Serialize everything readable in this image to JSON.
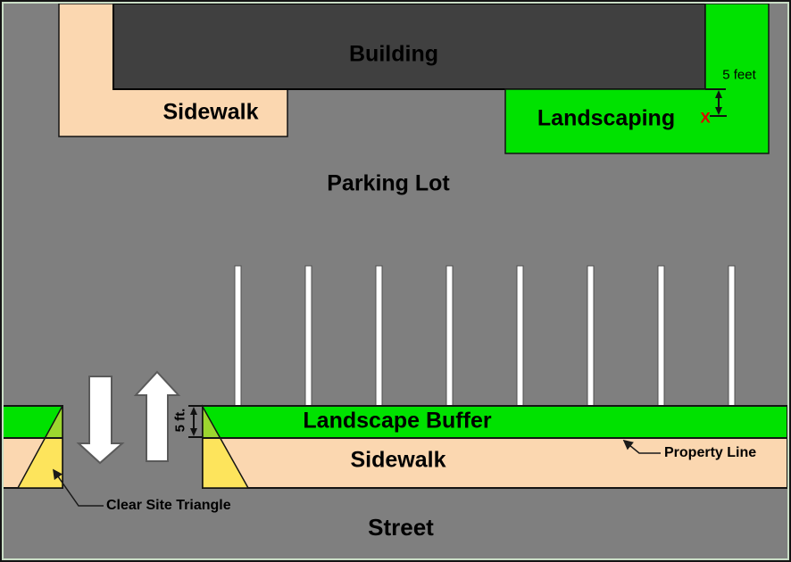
{
  "diagram": {
    "labels": {
      "building": "Building",
      "sidewalk_top": "Sidewalk",
      "landscaping": "Landscaping",
      "parking_lot": "Parking Lot",
      "landscape_buffer": "Landscape Buffer",
      "sidewalk_bottom": "Sidewalk",
      "street": "Street",
      "clear_site_triangle": "Clear Site Triangle",
      "property_line": "Property Line",
      "building_offset_dim": "5 feet",
      "buffer_width_dim": "5 ft.",
      "x_marker": "X"
    },
    "colors": {
      "parking_lot": "#7F7F7F",
      "building": "#404040",
      "sidewalk": "#FBD7B0",
      "landscaping": "#00E200",
      "parking_line": "#FFFFFF",
      "triangle_yellow": "#FDE45C",
      "triangle_overlap": "#9CD62F",
      "arrow_fill": "#FFFFFF",
      "x_marker_color": "#E00000",
      "border_inner": "#C9DDC5"
    },
    "parking_line_count": 8
  }
}
